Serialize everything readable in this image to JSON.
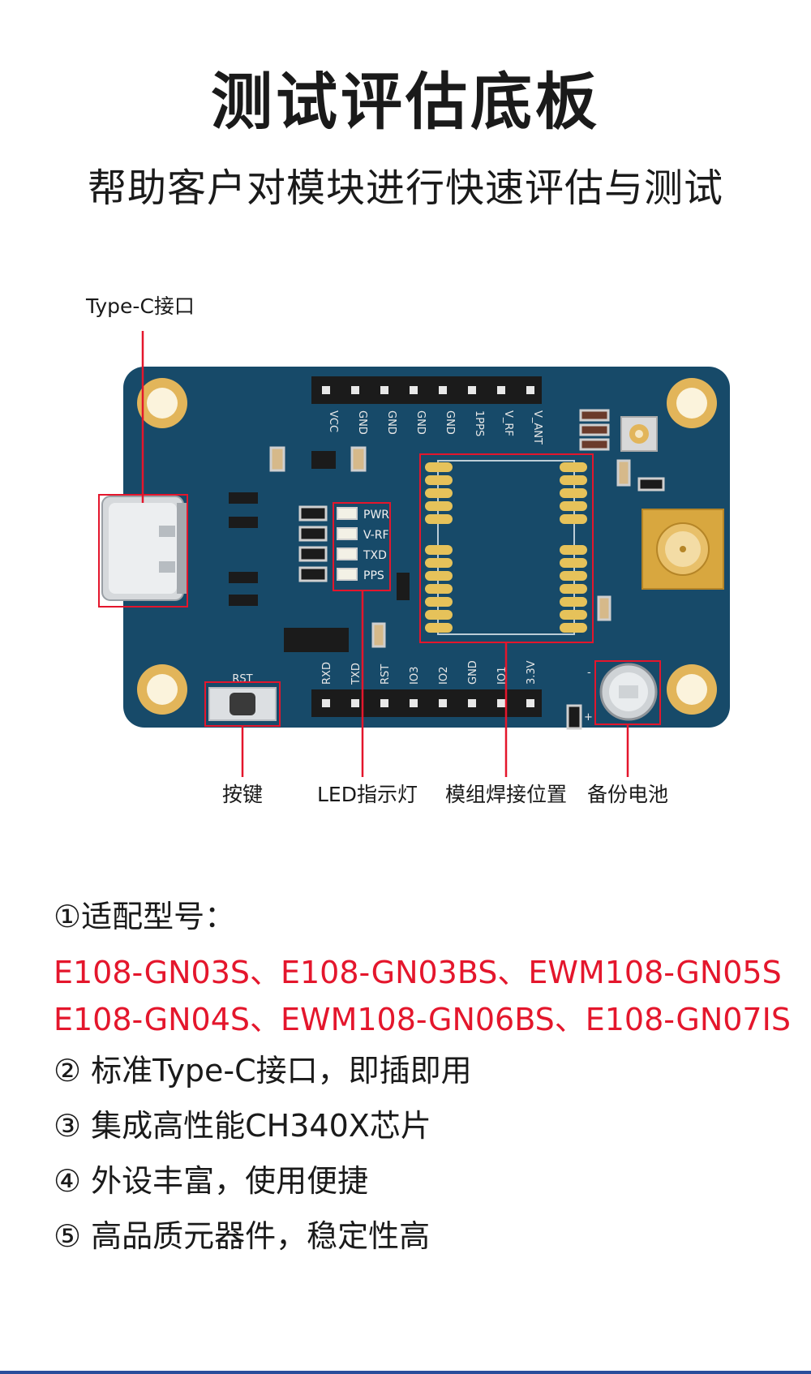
{
  "header": {
    "title": "测试评估底板",
    "subtitle": "帮助客户对模块进行快速评估与测试"
  },
  "callouts": {
    "type_c": "Type-C接口",
    "button": "按键",
    "led": "LED指示灯",
    "module": "模组焊接位置",
    "battery": "备份电池"
  },
  "board": {
    "top_pins": [
      "VCC",
      "GND",
      "GND",
      "GND",
      "GND",
      "1PPS",
      "V_RF",
      "V_ANT"
    ],
    "bottom_pins": [
      "RXD",
      "TXD",
      "RST",
      "IO3",
      "IO2",
      "GND",
      "IO1",
      "3.3V"
    ],
    "leds": [
      "PWR",
      "V-RF",
      "TXD",
      "PPS"
    ],
    "rst_label": "RST",
    "minus": "-",
    "plus": "+"
  },
  "features": {
    "heading": "①适配型号：",
    "models": [
      "E108-GN03S、E108-GN03BS、EWM108-GN05S",
      "E108-GN04S、EWM108-GN06BS、E108-GN07IS"
    ],
    "items": [
      "② 标准Type-C接口，即插即用",
      "③ 集成高性能CH340X芯片",
      "④ 外设丰富，使用便捷",
      "⑤ 高品质元器件，稳定性高"
    ]
  },
  "colors": {
    "pcb": "#174a69",
    "callout_red": "#e4162c",
    "gold": "#e2b55a",
    "bar": "#2a4d9b"
  }
}
